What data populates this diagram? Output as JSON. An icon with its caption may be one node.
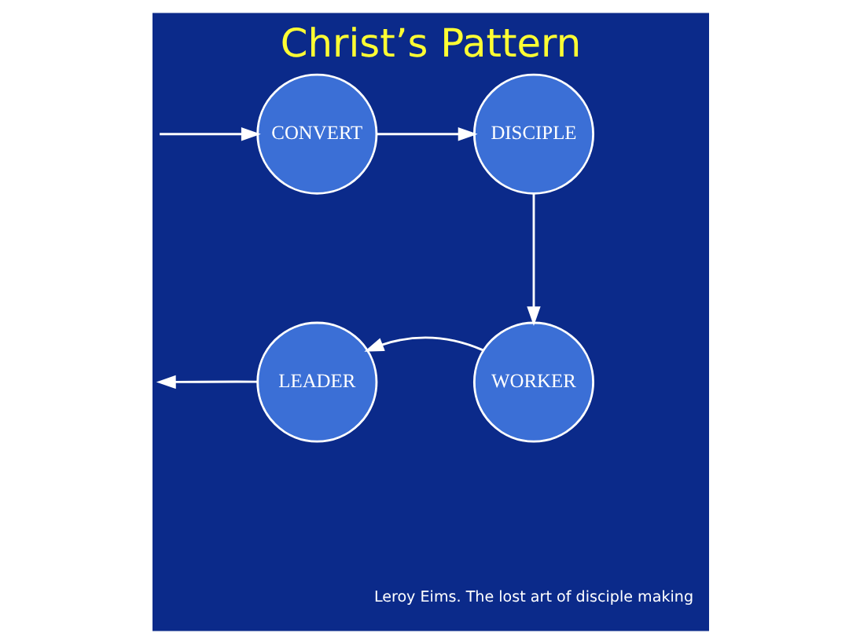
{
  "diagram": {
    "title": "Christ’s Pattern",
    "caption": "Leroy Eims. The lost art of disciple making",
    "nodes": [
      {
        "text": [
          "CONVERT"
        ]
      },
      {
        "text": [
          "DISCIPLE"
        ]
      },
      {
        "text": [
          "WORKER"
        ]
      },
      {
        "text": [
          "LEADER"
        ]
      }
    ],
    "edges": [
      {
        "from": null,
        "to": 0,
        "arrow": "to"
      },
      {
        "from": 0,
        "to": 1,
        "arrow": "to"
      },
      {
        "from": 1,
        "to": 2,
        "arrow": "to"
      },
      {
        "from": 2,
        "to": 3,
        "arrow": "to"
      },
      {
        "from": 3,
        "to": null,
        "arrow": "to"
      }
    ]
  }
}
